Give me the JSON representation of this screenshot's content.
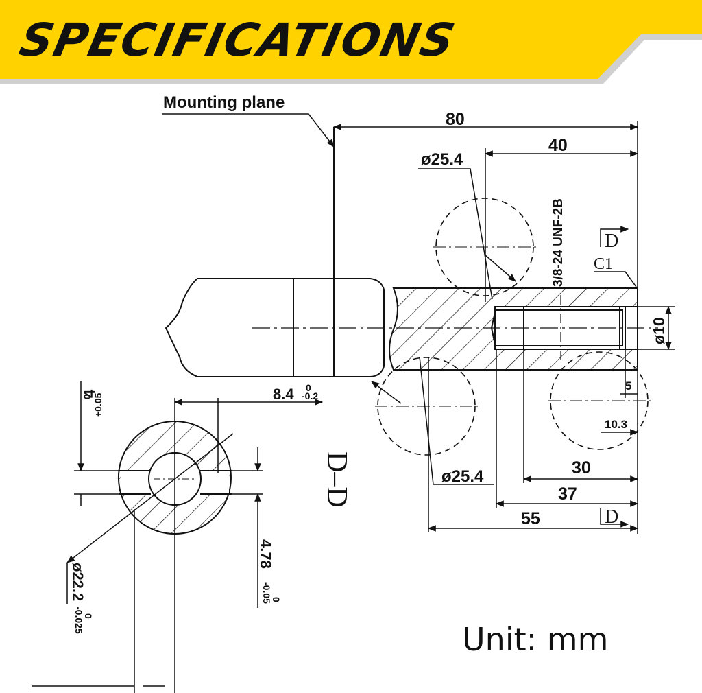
{
  "banner": {
    "title": "SPECIFICATIONS",
    "color": "#FFD200",
    "accent": "#d9d9d9"
  },
  "labels": {
    "mounting_plane": "Mounting plane",
    "dim_80": "80",
    "dim_40": "40",
    "dia_25_4_top": "ø25.4",
    "thread": "3/8-24 UNF-2B",
    "section_mark": "D",
    "chamfer": "C1",
    "dia_10": "ø10",
    "dim_5": "5",
    "dim_10_3": "10.3",
    "dim_30": "30",
    "dim_37": "37",
    "dim_55": "55",
    "dia_25_4_bottom": "ø25.4",
    "dim_8_4": "8.4",
    "tol_8_4_upper": "0",
    "tol_8_4_lower": "-0.2",
    "dim_4": "4",
    "tol_4_upper": "+0.05",
    "tol_4_lower": "0",
    "section_title": "D–D",
    "dim_4_78": "4.78",
    "tol_4_78_upper": "0",
    "tol_4_78_lower": "-0.05",
    "dia_22_2": "ø22.2",
    "tol_22_2_upper": "0",
    "tol_22_2_lower": "-0.025"
  },
  "unit": "Unit: mm"
}
